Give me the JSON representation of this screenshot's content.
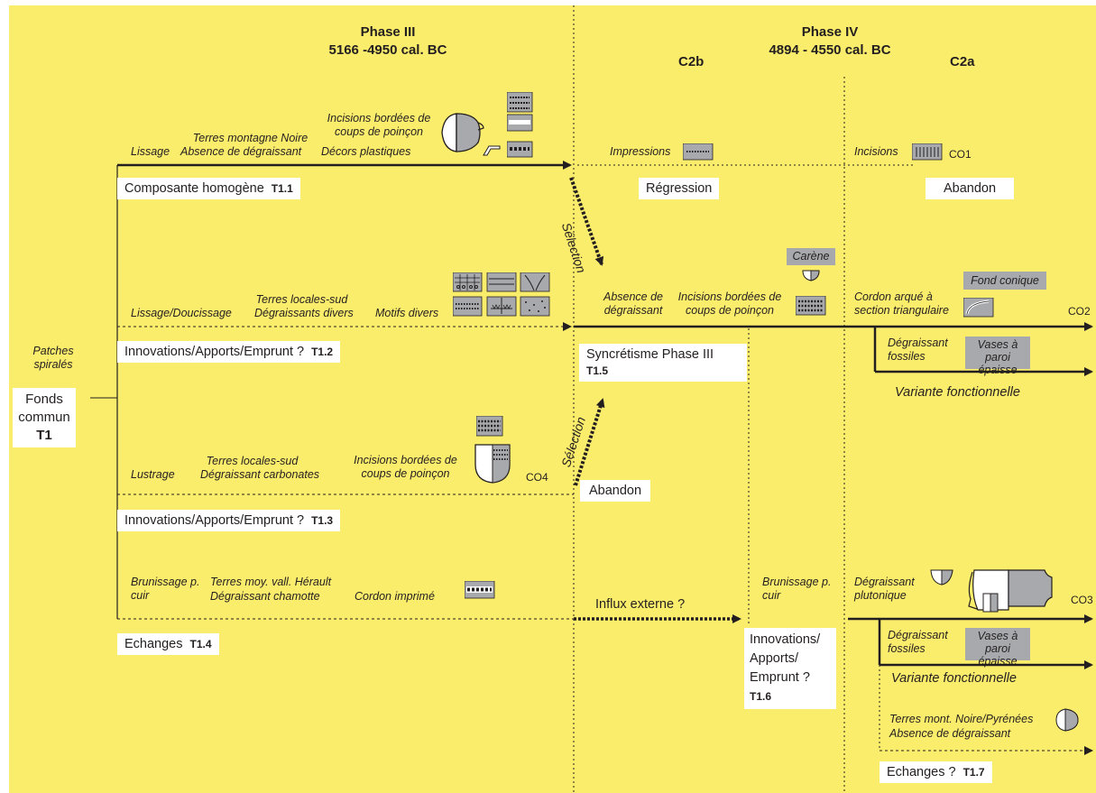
{
  "phase3": {
    "title": "Phase III",
    "dates": "5166 -4950 cal. BC"
  },
  "phase4": {
    "title": "Phase IV",
    "dates": "4894 - 4550 cal. BC"
  },
  "col_c2b": "C2b",
  "col_c2a": "C2a",
  "origin": {
    "label": "Fonds commun",
    "code": "T1",
    "note": "Patches spiralés"
  },
  "t11": {
    "box": "Composante homogène",
    "code": "T1.1",
    "lissage": "Lissage",
    "terres": "Terres montagne Noire",
    "degraissant": "Absence de dégraissant",
    "incisions": "Incisions bordées de coups de poinçon",
    "decors": "Décors plastiques",
    "impressions": "Impressions",
    "regression": "Régression",
    "incisions_c2a": "Incisions",
    "co": "CO1",
    "abandon": "Abandon",
    "selection": "Sélection"
  },
  "t12": {
    "box": "Innovations/Apports/Emprunt ?",
    "code": "T1.2",
    "lissage": "Lissage/Doucissage",
    "terres": "Terres locales-sud",
    "degraissant": "Dégraissants divers",
    "motifs": "Motifs divers"
  },
  "t15": {
    "box": "Syncrétisme Phase III",
    "code": "T1.5",
    "absence": "Absence de dégraissant",
    "incisions": "Incisions bordées de coups de poinçon",
    "carene": "Carène",
    "cordon": "Cordon arqué à section triangulaire",
    "fond": "Fond conique",
    "co": "CO2",
    "fossiles": "Dégraissant fossiles",
    "vases": "Vases à paroi épaisse",
    "variante": "Variante fonctionnelle"
  },
  "t13": {
    "box": "Innovations/Apports/Emprunt ?",
    "code": "T1.3",
    "lustrage": "Lustrage",
    "terres": "Terres locales-sud",
    "degraissant": "Dégraissant carbonates",
    "incisions": "Incisions bordées de coups de poinçon",
    "co": "CO4",
    "abandon": "Abandon",
    "selection": "Sélection"
  },
  "t14": {
    "box": "Echanges",
    "code": "T1.4",
    "brunissage": "Brunissage p. cuir",
    "terres": "Terres moy. vall. Hérault",
    "degraissant": "Dégraissant chamotte",
    "cordon": "Cordon imprimé",
    "influx": "Influx externe ?"
  },
  "t16": {
    "box": "Innovations/ Apports/ Emprunt ?",
    "code": "T1.6",
    "brunissage": "Brunissage p. cuir",
    "plutonique": "Dégraissant plutonique",
    "co": "CO3",
    "fossiles": "Dégraissant fossiles",
    "vases": "Vases à paroi épaisse",
    "variante": "Variante fonctionnelle"
  },
  "t17": {
    "box": "Echanges ?",
    "code": "T1.7",
    "terres": "Terres mont. Noire/Pyrénées",
    "absence": "Absence de dégraissant"
  }
}
